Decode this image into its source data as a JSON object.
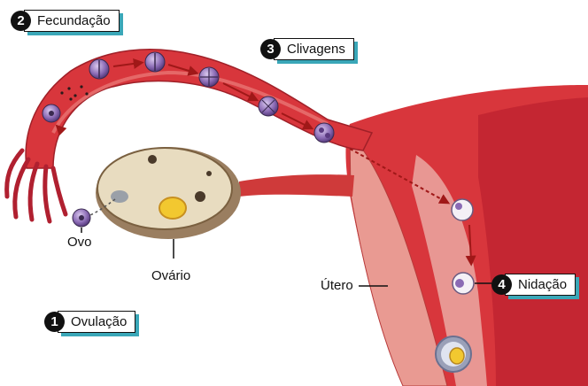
{
  "steps": [
    {
      "number": "1",
      "label": "Ovulação"
    },
    {
      "number": "2",
      "label": "Fecundação"
    },
    {
      "number": "3",
      "label": "Clivagens"
    },
    {
      "number": "4",
      "label": "Nidação"
    }
  ],
  "labels": {
    "ovo": "Ovo",
    "ovario": "Ovário",
    "utero": "Útero"
  },
  "colors": {
    "tissue": "#c8283a",
    "tissue_light": "#e8707a",
    "ovary": "#e8dcc0",
    "cell": "#7a5aa0",
    "arrow": "#a01818",
    "shadow": "#3aa7b8"
  }
}
